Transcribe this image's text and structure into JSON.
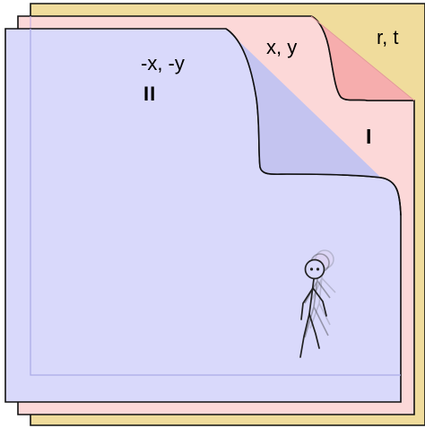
{
  "labels": {
    "back_page": "r, t",
    "middle_page": "x, y",
    "front_page": "-x, -y",
    "front_numeral": "II",
    "middle_numeral": "I"
  },
  "colors": {
    "back_page_fill": "#f0dc9c",
    "middle_page_fill": "#fcd8d8",
    "middle_fold_fill": "#f6adad",
    "front_page_fill": "#d9d9fb",
    "front_fold_fill": "#c4c4f0",
    "outline": "#111111",
    "figure_stroke": "#222222"
  },
  "icons": {
    "figure": "walking-stick-figure-icon"
  }
}
